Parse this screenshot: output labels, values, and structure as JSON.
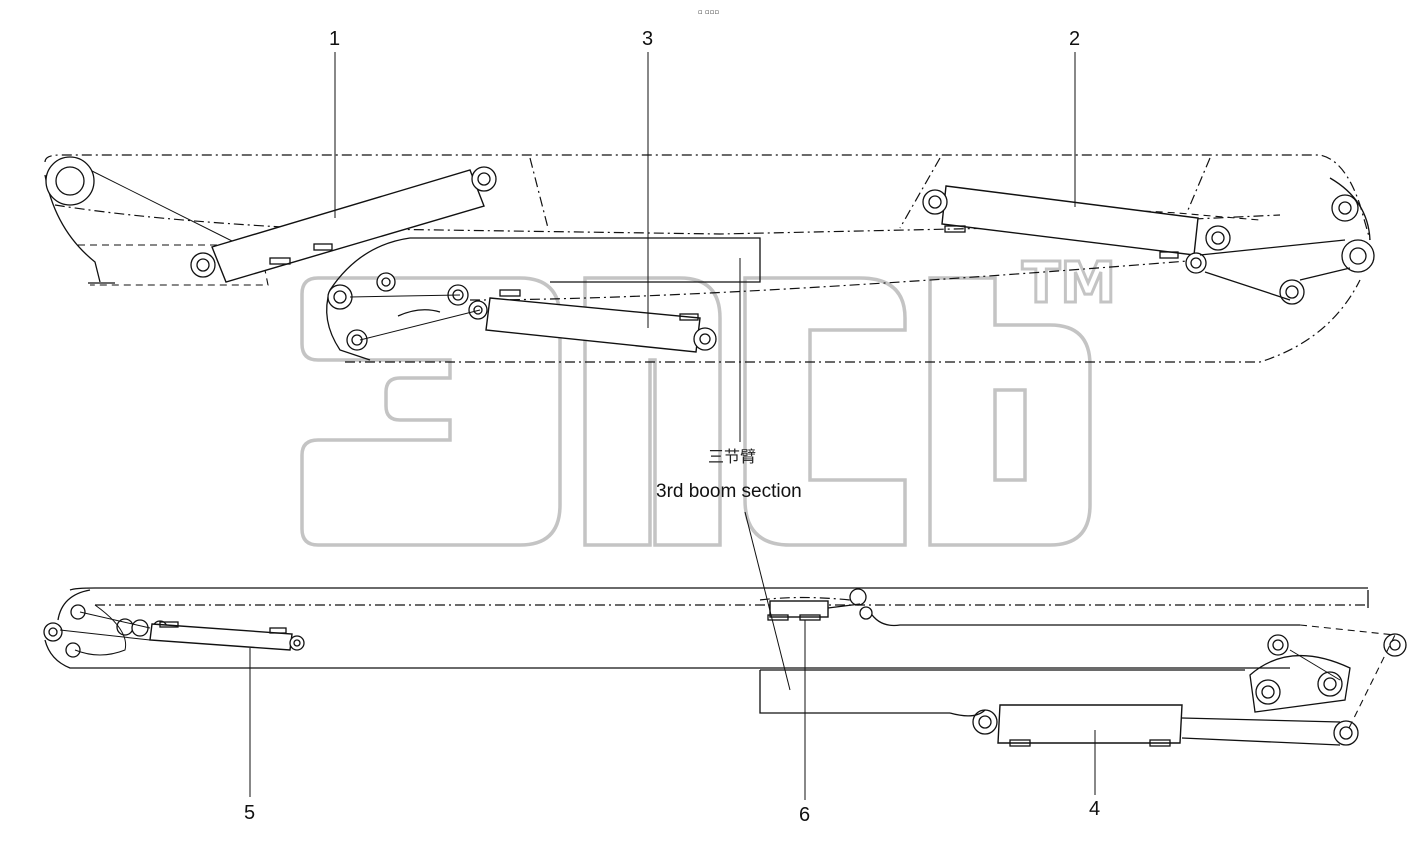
{
  "header_mark": "▫ ▫▫▫",
  "callouts": {
    "c1": "1",
    "c2": "2",
    "c3": "3",
    "c4": "4",
    "c5": "5",
    "c6": "6"
  },
  "caption": {
    "chinese": "三节臂",
    "english": "3rd boom section"
  },
  "watermark": {
    "letters": "эмб",
    "trademark": "TM"
  }
}
